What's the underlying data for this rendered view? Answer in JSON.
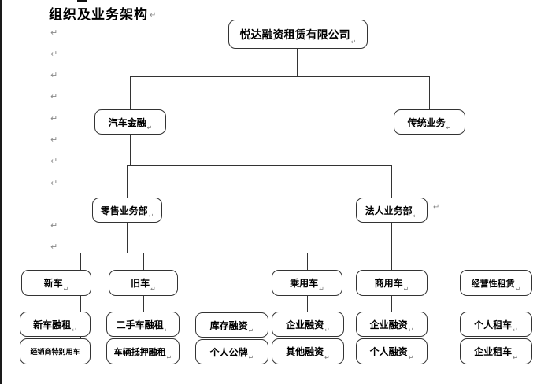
{
  "page": {
    "title": "组织及业务架构"
  },
  "marks": {
    "pilcrow": "↵"
  },
  "org_chart": {
    "type": "org-tree",
    "nodes": [
      {
        "id": "root",
        "label": "悦达融资租赁有限公司"
      },
      {
        "id": "auto-finance",
        "label": "汽车金融"
      },
      {
        "id": "traditional-business",
        "label": "传统业务"
      },
      {
        "id": "retail-business-dept",
        "label": "零售业务部"
      },
      {
        "id": "corporate-business-dept",
        "label": "法人业务部"
      },
      {
        "id": "new-car",
        "label": "新车"
      },
      {
        "id": "old-car",
        "label": "旧车"
      },
      {
        "id": "passenger-vehicle",
        "label": "乘用车"
      },
      {
        "id": "commercial-vehicle",
        "label": "商用车"
      },
      {
        "id": "operating-lease",
        "label": "经营性租赁"
      },
      {
        "id": "new-car-finance-lease",
        "label": "新车融租"
      },
      {
        "id": "used-car-finance-lease",
        "label": "二手车融租"
      },
      {
        "id": "inventory-financing",
        "label": "库存融资"
      },
      {
        "id": "enterprise-financing-passenger",
        "label": "企业融资"
      },
      {
        "id": "enterprise-financing-commercial",
        "label": "企业融资"
      },
      {
        "id": "personal-car-rental",
        "label": "个人租车"
      },
      {
        "id": "dealer-special-vehicle",
        "label": "经销商特别用车"
      },
      {
        "id": "vehicle-mortgage-finance-lease",
        "label": "车辆抵押融租"
      },
      {
        "id": "personal-public-plate",
        "label": "个人公牌"
      },
      {
        "id": "other-financing",
        "label": "其他融资"
      },
      {
        "id": "personal-financing",
        "label": "个人融资"
      },
      {
        "id": "enterprise-car-rental",
        "label": "企业租车"
      }
    ],
    "edges": [
      [
        "root",
        "auto-finance"
      ],
      [
        "root",
        "traditional-business"
      ],
      [
        "auto-finance",
        "retail-business-dept"
      ],
      [
        "auto-finance",
        "corporate-business-dept"
      ],
      [
        "retail-business-dept",
        "new-car"
      ],
      [
        "retail-business-dept",
        "old-car"
      ],
      [
        "corporate-business-dept",
        "passenger-vehicle"
      ],
      [
        "corporate-business-dept",
        "commercial-vehicle"
      ],
      [
        "corporate-business-dept",
        "operating-lease"
      ],
      [
        "new-car",
        "new-car-finance-lease"
      ],
      [
        "new-car-finance-lease",
        "dealer-special-vehicle"
      ],
      [
        "old-car",
        "used-car-finance-lease"
      ],
      [
        "passenger-vehicle",
        "enterprise-financing-passenger"
      ],
      [
        "commercial-vehicle",
        "enterprise-financing-commercial"
      ],
      [
        "operating-lease",
        "personal-car-rental"
      ],
      [
        "personal-car-rental",
        "enterprise-car-rental"
      ]
    ]
  }
}
